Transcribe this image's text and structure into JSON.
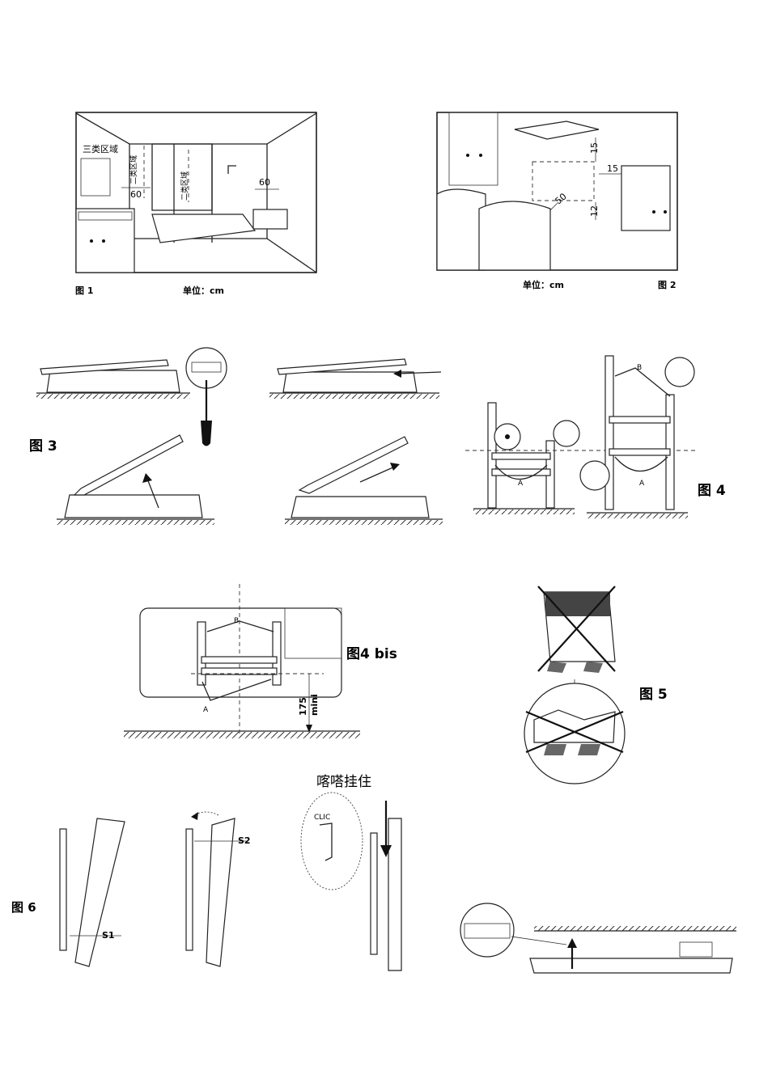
{
  "figures": {
    "fig1": {
      "caption": "图 1",
      "unit": "单位：cm",
      "zone3": "三类区域",
      "zone2a": "二类区域",
      "zone2b": "二类区域",
      "dim_left": "60",
      "dim_right": "60"
    },
    "fig2": {
      "caption": "图 2",
      "unit": "单位：cm",
      "dim_top": "15",
      "dim_right": "15",
      "dim_bottom": "12",
      "dim_diag": "50"
    },
    "fig3": {
      "caption": "图 3"
    },
    "fig4": {
      "caption": "图 4",
      "label_a1": "A",
      "label_a2": "A",
      "label_b": "B"
    },
    "fig4bis": {
      "caption": "图4 bis",
      "label_a": "A",
      "label_b": "B",
      "dim_height": "175",
      "dim_unit": "mini"
    },
    "fig5": {
      "caption": "图 5"
    },
    "fig6": {
      "caption": "图 6",
      "s1": "S1",
      "s2": "S2",
      "click_title": "喀嗒挂住",
      "clic": "CLIC"
    }
  }
}
